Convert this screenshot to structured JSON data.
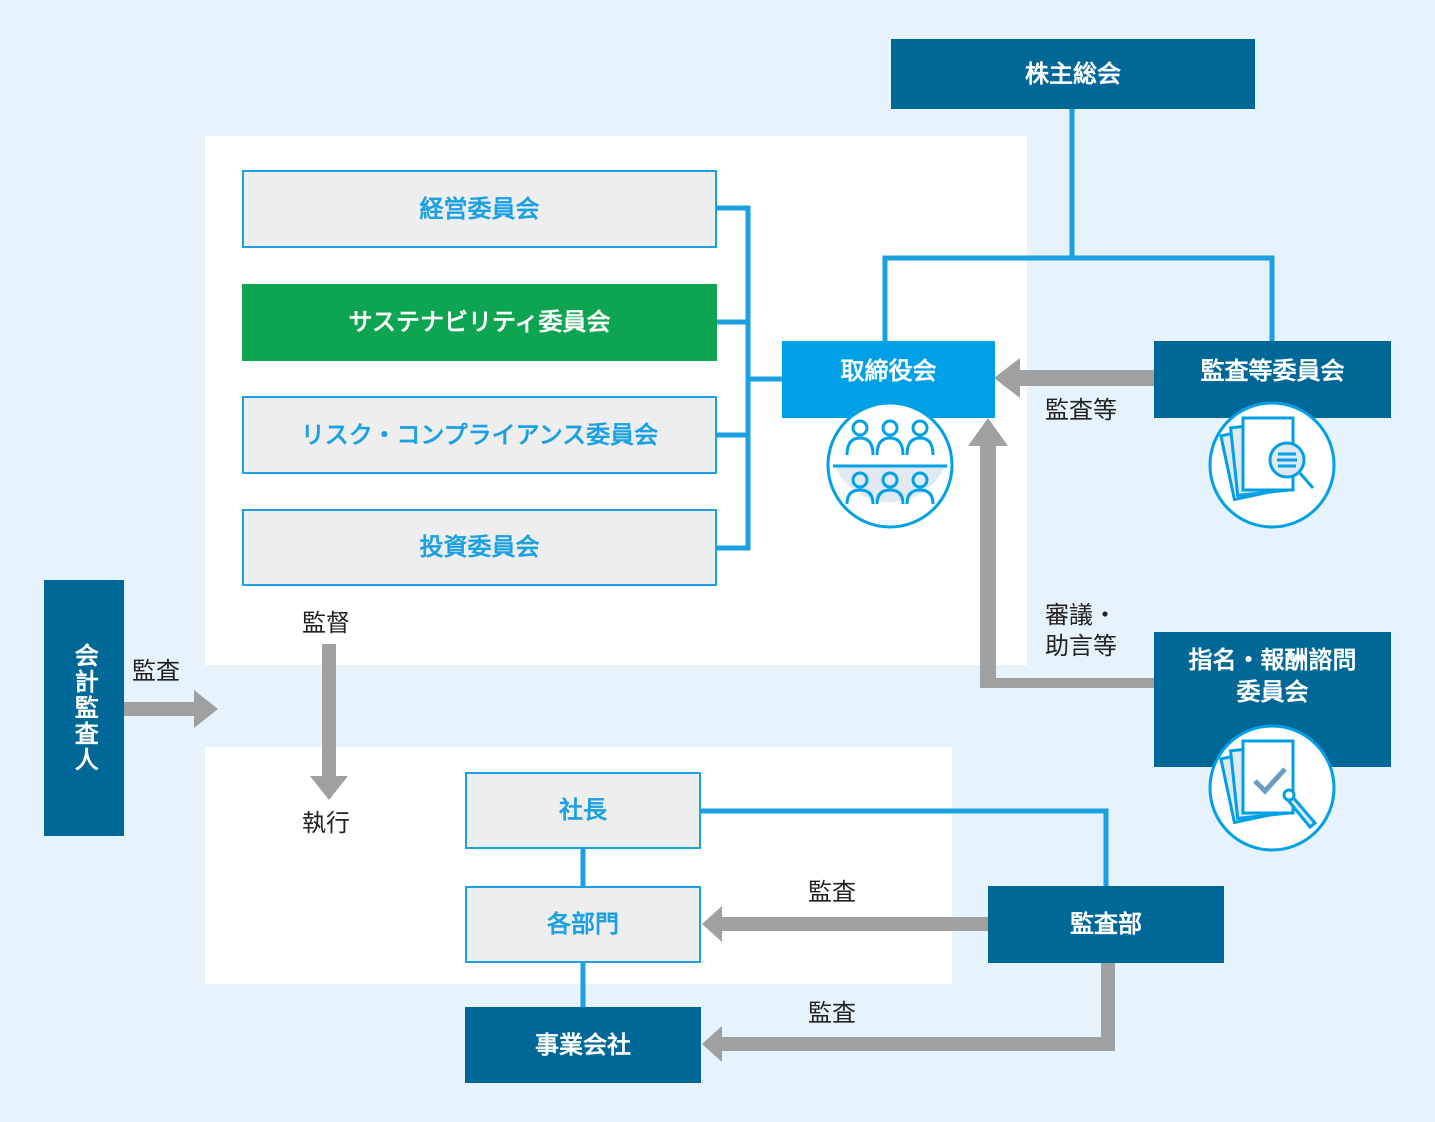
{
  "colors": {
    "background": "#e6f3fc",
    "panel": "#ffffff",
    "dark_box": "#006897",
    "board_box": "#00a0e6",
    "light_box_border": "#1ba0e2",
    "light_box_fill": "#eeeeee",
    "sustainability": "#0ea552",
    "connector": "#1ba0e2",
    "arrow": "#a0a0a0"
  },
  "nodes": {
    "shareholders_meeting": "株主総会",
    "board_of_directors": "取締役会",
    "audit_committee": "監査等委員会",
    "nomination_committee": "指名・報酬諮問\n委員会",
    "management_committee": "経営委員会",
    "sustainability_committee": "サステナビリティ委員会",
    "risk_compliance_committee": "リスク・コンプライアンス委員会",
    "investment_committee": "投資委員会",
    "accounting_auditor": "会計監査人",
    "president": "社長",
    "departments": "各部門",
    "audit_department": "監査部",
    "operating_companies": "事業会社"
  },
  "edge_labels": {
    "audit_etc": "監査等",
    "deliberation_advice": "審議・\n助言等",
    "accounting_audit": "監査",
    "supervision": "監督",
    "execution": "執行",
    "audit_departments": "監査",
    "audit_companies": "監査"
  },
  "icons": {
    "board": "board-meeting-icon",
    "audit": "document-search-icon",
    "nomination": "document-check-icon"
  }
}
